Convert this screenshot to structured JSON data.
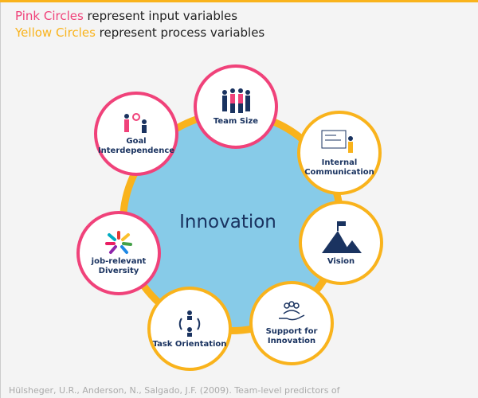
{
  "legend": {
    "pink_term": "Pink Circles",
    "pink_rest": " represent input variables",
    "yellow_term": "Yellow Circles",
    "yellow_rest": " represent process variables"
  },
  "center": {
    "label": "Innovation"
  },
  "nodes": [
    {
      "label": "Team Size",
      "type": "input"
    },
    {
      "label": "Goal Interdependence",
      "type": "input"
    },
    {
      "label": "Internal Communication",
      "type": "process"
    },
    {
      "label": "job-relevant Diversity",
      "type": "input"
    },
    {
      "label": "Vision",
      "type": "process"
    },
    {
      "label": "Task Orientation",
      "type": "process"
    },
    {
      "label": "Support for Innovation",
      "type": "process"
    }
  ],
  "citation": "Hülsheger, U.R., Anderson, N., Salgado, J.F. (2009). Team-level predictors of",
  "colors": {
    "pink": "#f0427a",
    "yellow": "#f9b31c",
    "center": "#87cbe8",
    "navy": "#1a3360"
  }
}
